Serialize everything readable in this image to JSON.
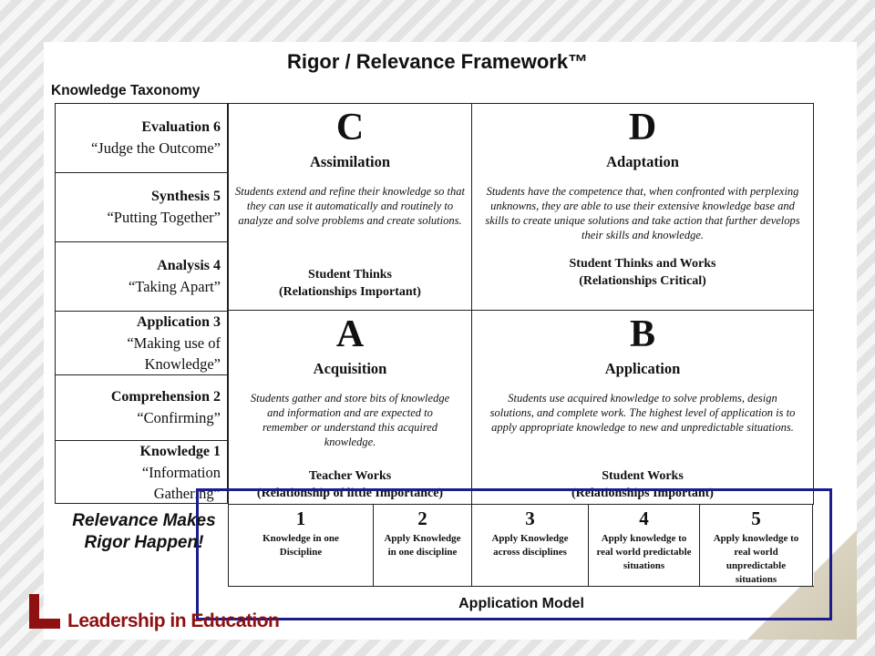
{
  "title": "Rigor / Relevance Framework™",
  "taxonomy_heading": "Knowledge Taxonomy",
  "levels": [
    {
      "name": "Evaluation 6",
      "desc": "“Judge the Outcome”"
    },
    {
      "name": "Synthesis 5",
      "desc": "“Putting Together”"
    },
    {
      "name": "Analysis 4",
      "desc": "“Taking Apart”"
    },
    {
      "name": "Application 3",
      "desc": "“Making use of Knowledge”"
    },
    {
      "name": "Comprehension 2",
      "desc": "“Confirming”"
    },
    {
      "name": "Knowledge 1",
      "desc": "“Information Gathering”"
    }
  ],
  "quadrants": {
    "c": {
      "letter": "C",
      "name": "Assimilation",
      "desc": "Students extend and refine their knowledge so that they can use it automatically and routinely to analyze and solve problems and create solutions.",
      "role": "Student Thinks",
      "relation": "(Relationships Important)"
    },
    "d": {
      "letter": "D",
      "name": "Adaptation",
      "desc": "Students have the competence that, when confronted with perplexing unknowns, they are able to use their extensive knowledge base and skills to create unique solutions and take action that further develops their skills and knowledge.",
      "role": "Student Thinks and Works",
      "relation": "(Relationships Critical)"
    },
    "a": {
      "letter": "A",
      "name": "Acquisition",
      "desc": "Students gather and store bits of knowledge and information and are expected to remember or understand this acquired knowledge.",
      "role": "Teacher Works",
      "relation": "(Relationship of little Importance)"
    },
    "b": {
      "letter": "B",
      "name": "Application",
      "desc": "Students use acquired knowledge to solve problems, design solutions, and complete work. The highest level of application is to apply appropriate knowledge to new and unpredictable situations.",
      "role": "Student Works",
      "relation": "(Relationships Important)"
    }
  },
  "application_levels": [
    {
      "num": "1",
      "desc": "Knowledge in one Discipline"
    },
    {
      "num": "2",
      "desc": "Apply Knowledge in one discipline"
    },
    {
      "num": "3",
      "desc": "Apply Knowledge across disciplines"
    },
    {
      "num": "4",
      "desc": "Apply knowledge to real world predictable situations"
    },
    {
      "num": "5",
      "desc": "Apply knowledge to real world unpredictable situations"
    }
  ],
  "relevance_caption": "Relevance Makes Rigor Happen!",
  "application_model_label": "Application Model",
  "logo_text": "Leadership in Education",
  "colors": {
    "frame_blue": "#1c1c8c",
    "logo_red": "#8f1010"
  }
}
